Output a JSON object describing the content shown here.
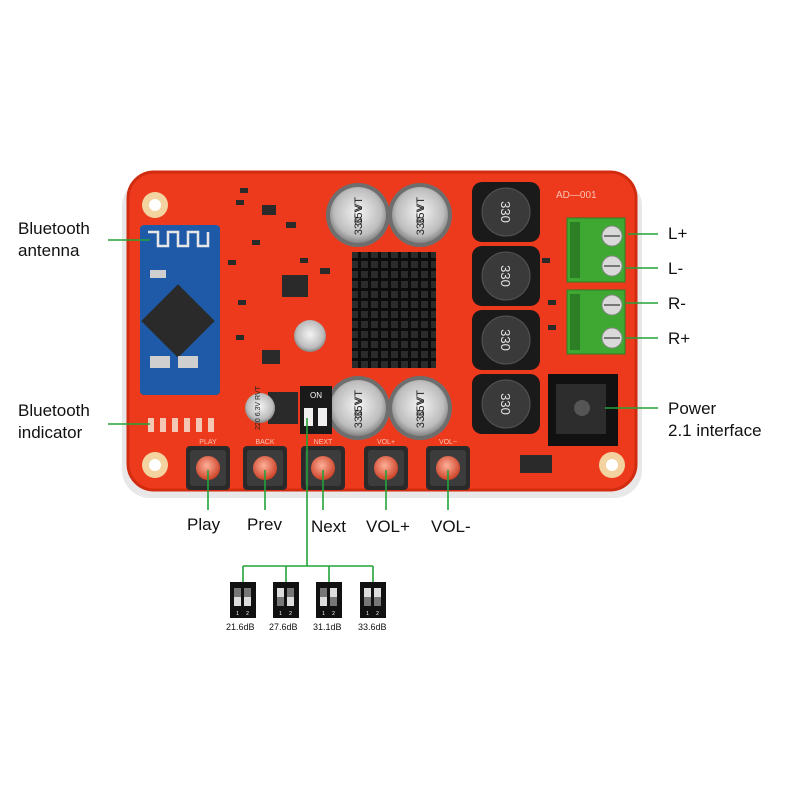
{
  "board": {
    "model_mark": "AD—001",
    "callouts_left": {
      "bt_antenna": [
        "Bluetooth",
        "antenna"
      ],
      "bt_indicator": [
        "Bluetooth",
        "indicator"
      ]
    },
    "callouts_right": {
      "l_plus": "L+",
      "l_minus": "L-",
      "r_minus": "R-",
      "r_plus": "R+",
      "power": [
        "Power",
        "2.1 interface"
      ]
    },
    "buttons": [
      "Play",
      "Prev",
      "Next",
      "VOL+",
      "VOL-"
    ],
    "pcb_button_marks": [
      "PLAY",
      "BACK",
      "NEXT",
      "VOL+",
      "VOL−"
    ],
    "capacitor_text": [
      "330",
      "35V",
      "VT"
    ],
    "inductor_text": "330",
    "small_cap_text": [
      "220",
      "6.3V",
      "RVT"
    ],
    "dip_switch_marks": [
      "ON",
      "1",
      "2"
    ],
    "gain_settings": [
      "21.6dB",
      "27.6dB",
      "31.1dB",
      "33.6dB"
    ],
    "colors": {
      "pcb": "#ee3a1c",
      "pcb_edge": "#d22c10",
      "callout_line": "#22a339",
      "terminal": "#3fa833",
      "heatsink": "#141414",
      "bt_module": "#1f5aa8"
    }
  }
}
